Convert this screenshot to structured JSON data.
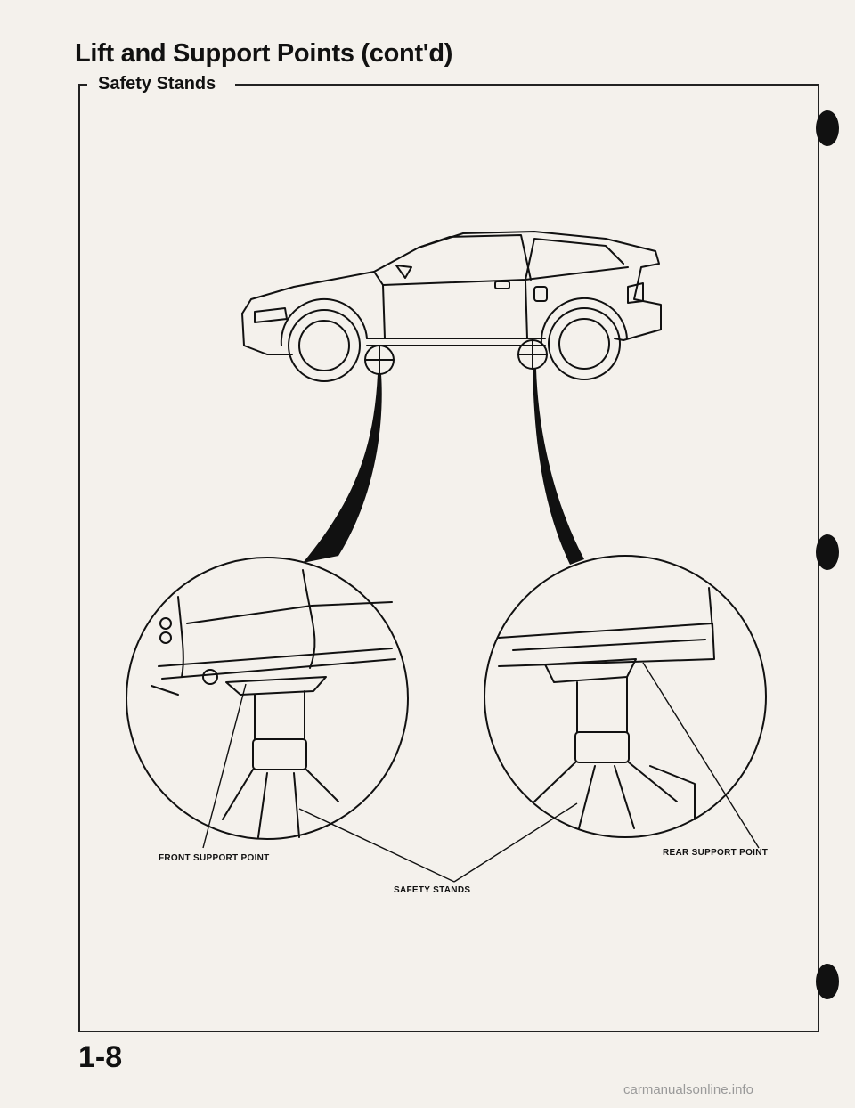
{
  "header": {
    "title": "Lift and Support Points (cont'd)"
  },
  "section": {
    "title": "Safety Stands"
  },
  "figure": {
    "labels": {
      "front": "FRONT SUPPORT POINT",
      "rear": "REAR SUPPORT POINT",
      "stands": "SAFETY STANDS"
    }
  },
  "footer": {
    "page_number": "1-8",
    "watermark": "carmanualsonline.info"
  }
}
